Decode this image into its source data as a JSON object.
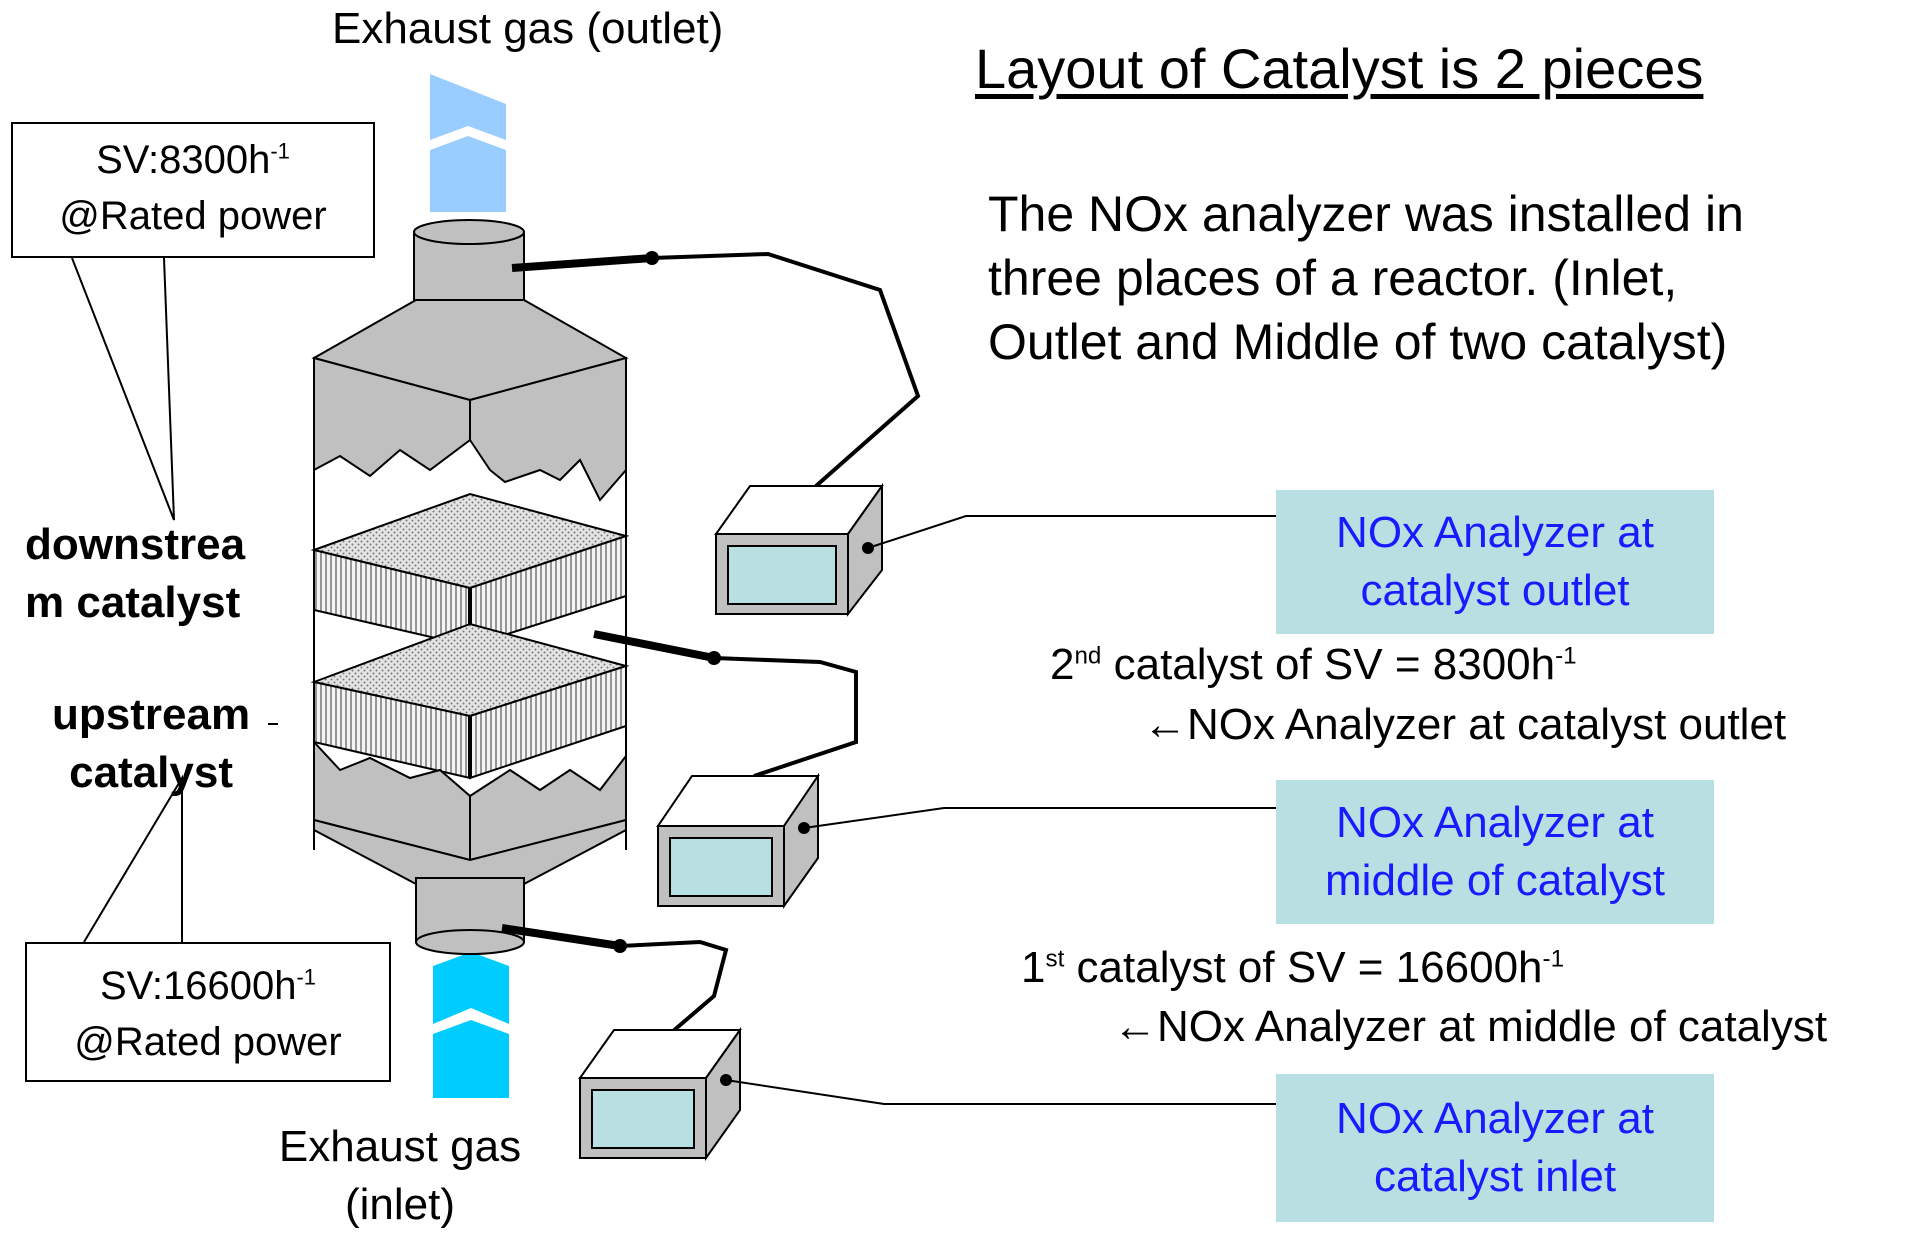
{
  "title": "Layout of Catalyst is 2 pieces",
  "description_lines": [
    "The NOx analyzer was installed in",
    "three places of a reactor. (Inlet,",
    "Outlet and Middle of two catalyst)"
  ],
  "exhaust_outlet": "Exhaust gas (outlet)",
  "exhaust_inlet": "Exhaust gas (inlet)",
  "downstream_label": "downstrea m catalyst",
  "downstream_lines": [
    "downstrea",
    "m catalyst"
  ],
  "upstream_lines": [
    "upstream",
    "catalyst"
  ],
  "callout_top": {
    "sv_prefix": "SV:8300h",
    "sv_sup": "-1",
    "line2": "@Rated power"
  },
  "callout_bottom": {
    "sv_prefix": "SV:16600h",
    "sv_sup": "-1",
    "line2": "@Rated power"
  },
  "analyzer_boxes": [
    {
      "line1": "NOx Analyzer at",
      "line2": "catalyst outlet"
    },
    {
      "line1": "NOx Analyzer at",
      "line2": "middle of catalyst"
    },
    {
      "line1": "NOx Analyzer at",
      "line2": "catalyst inlet"
    }
  ],
  "notes": {
    "second": {
      "num": "2",
      "sup": "nd",
      "rest": " catalyst of SV = 8300h",
      "unit_sup": "-1",
      "arrow_line": "←NOx Analyzer at catalyst outlet"
    },
    "first": {
      "num": "1",
      "sup": "st",
      "rest": " catalyst of SV = 16600h",
      "unit_sup": "-1",
      "arrow_line": "←NOx Analyzer at middle of catalyst"
    }
  },
  "colors": {
    "outlet_arrow": "#99ccff",
    "inlet_arrow": "#00ccff",
    "reactor_body": "#c0c0c0",
    "analyzer_box_bg": "#b8e0e2",
    "analyzer_text": "#1a1aff",
    "screen": "#b8e0e2"
  }
}
